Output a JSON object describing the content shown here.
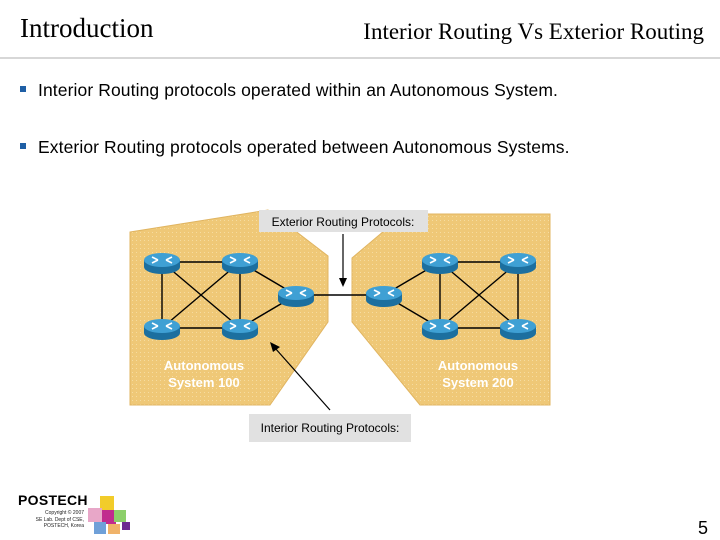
{
  "header": {
    "section": "Introduction",
    "title": "Interior Routing Vs Exterior Routing"
  },
  "bullets": [
    "Interior Routing protocols operated within an Autonomous System.",
    "Exterior Routing protocols operated between Autonomous Systems."
  ],
  "diagram": {
    "exterior_label": "Exterior Routing Protocols:",
    "interior_label": "Interior Routing Protocols:",
    "as_left": {
      "line1": "Autonomous",
      "line2": "System 100"
    },
    "as_right": {
      "line1": "Autonomous",
      "line2": "System 200"
    }
  },
  "footer": {
    "logo_name": "POSTECH",
    "copyright": [
      "Copyright © 2007",
      "SE Lab. Dept of CSE,",
      "POSTECH, Korea"
    ],
    "page_number": "5"
  },
  "colors": {
    "as_fill": "#efc877",
    "router_blue": "#2f8fc6",
    "bullet_mark": "#1f5fa5",
    "label_box": "#e1e1e1"
  }
}
